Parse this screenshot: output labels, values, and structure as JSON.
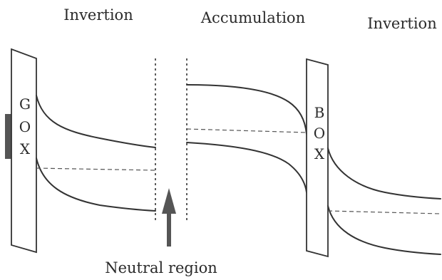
{
  "labels": {
    "left_region": "Invertion",
    "middle_region": "Accumulation",
    "right_region": "Invertion",
    "neutral": "Neutral region",
    "left_oxide": [
      "G",
      "O",
      "X"
    ],
    "right_oxide": [
      "B",
      "O",
      "X"
    ]
  },
  "colors": {
    "line": "#333333",
    "gate_contact": "#555555",
    "arrow": "#555555"
  }
}
